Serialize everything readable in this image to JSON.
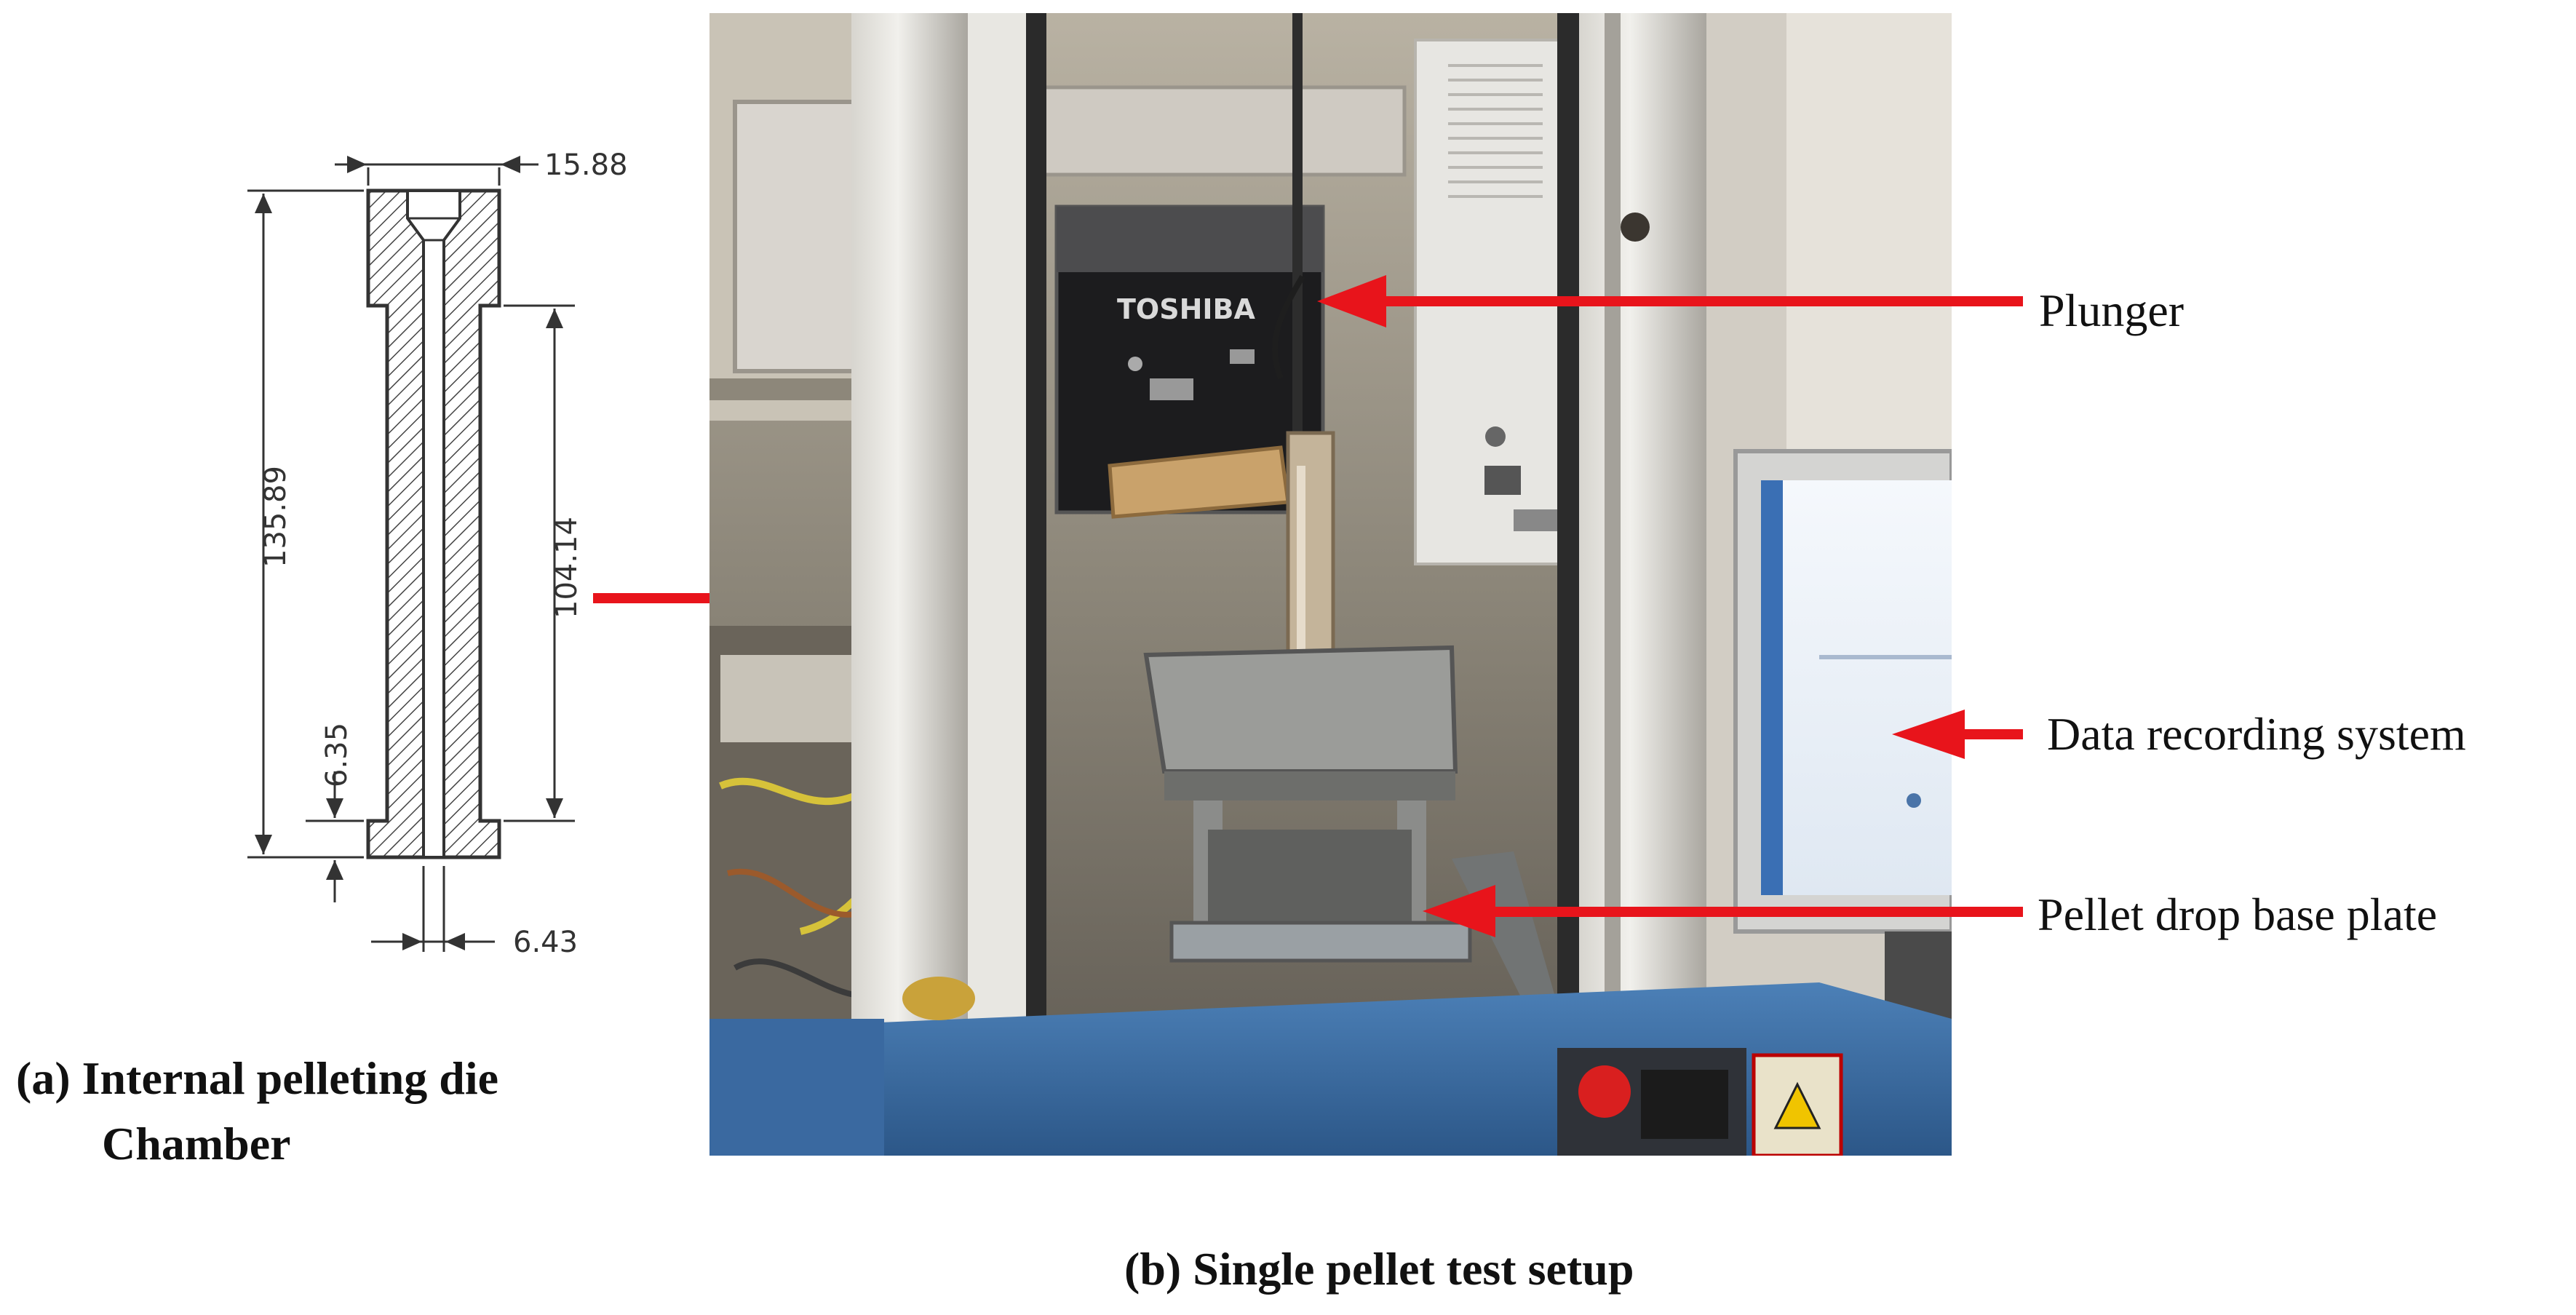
{
  "drawing": {
    "dim_top_width": "15.88",
    "dim_total_height": "135.89",
    "dim_bore_length": "104.14",
    "dim_base_thickness": "6.35",
    "dim_bore_diameter": "6.43"
  },
  "labels": {
    "plunger": "Plunger",
    "data_recording": "Data recording system",
    "pellet_drop": "Pellet drop base plate",
    "toshiba": "TOSHIBA"
  },
  "captions": {
    "a_line1": "(a) Internal pelleting die",
    "a_line2": "Chamber",
    "b": "(b) Single pellet test setup"
  },
  "colors": {
    "arrow": "#e8141b",
    "machine_blue": "#3b6ea5",
    "hatch": "#444444"
  }
}
